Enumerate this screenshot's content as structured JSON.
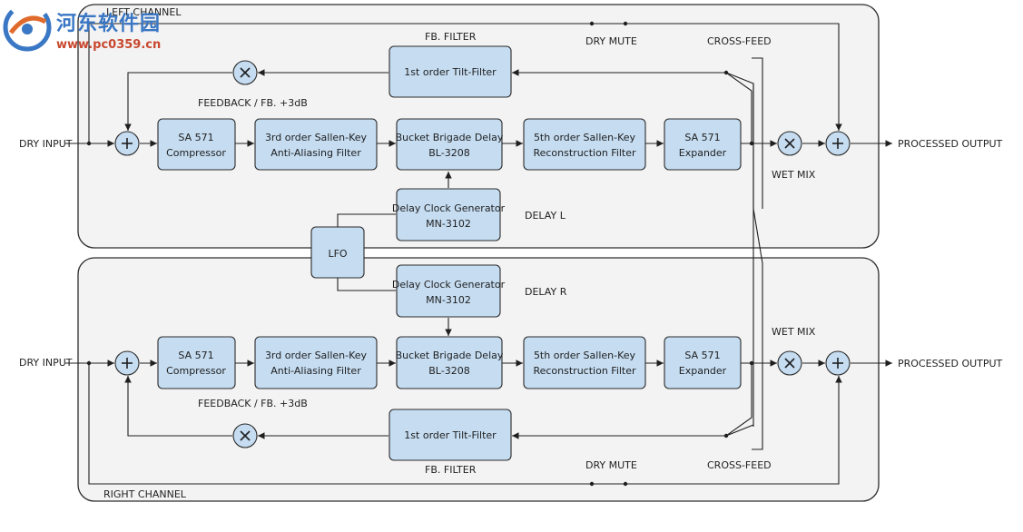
{
  "watermark": {
    "title": "河东软件园",
    "url": "www.pc0359.cn"
  },
  "left_channel": {
    "label": "LEFT CHANNEL",
    "dry_input": "DRY INPUT",
    "processed_output": "PROCESSED  OUTPUT",
    "feedback": "FEEDBACK / FB. +3dB",
    "fb_filter": "FB. FILTER",
    "dry_mute": "DRY MUTE",
    "cross_feed": "CROSS-FEED",
    "wet_mix": "WET MIX",
    "delay": "DELAY L",
    "blocks": {
      "compressor": [
        "SA 571",
        "Compressor"
      ],
      "antialias": [
        "3rd order Sallen-Key",
        "Anti-Aliasing Filter"
      ],
      "bbd": [
        "Bucket Brigade Delay",
        "BL-3208"
      ],
      "reconstruction": [
        "5th order Sallen-Key",
        "Reconstruction Filter"
      ],
      "expander": [
        "SA 571",
        "Expander"
      ],
      "clock": [
        "Delay Clock Generator",
        "MN-3102"
      ],
      "tilt": [
        "1st order Tilt-Filter"
      ]
    }
  },
  "right_channel": {
    "label": "RIGHT CHANNEL",
    "dry_input": "DRY INPUT",
    "processed_output": "PROCESSED  OUTPUT",
    "feedback": "FEEDBACK / FB. +3dB",
    "fb_filter": "FB. FILTER",
    "dry_mute": "DRY MUTE",
    "cross_feed": "CROSS-FEED",
    "wet_mix": "WET MIX",
    "delay": "DELAY R",
    "blocks": {
      "compressor": [
        "SA 571",
        "Compressor"
      ],
      "antialias": [
        "3rd order Sallen-Key",
        "Anti-Aliasing Filter"
      ],
      "bbd": [
        "Bucket Brigade Delay",
        "BL-3208"
      ],
      "reconstruction": [
        "5th order Sallen-Key",
        "Reconstruction Filter"
      ],
      "expander": [
        "SA 571",
        "Expander"
      ],
      "clock": [
        "Delay Clock Generator",
        "MN-3102"
      ],
      "tilt": [
        "1st order Tilt-Filter"
      ]
    }
  },
  "lfo": {
    "label": "LFO"
  },
  "colors": {
    "block_fill": "#c5dcf1",
    "panel_fill": "#f3f3f3",
    "line": "#1f1f1f"
  },
  "icons": {
    "sum": "plus-circle-icon",
    "multiply": "times-circle-icon"
  }
}
